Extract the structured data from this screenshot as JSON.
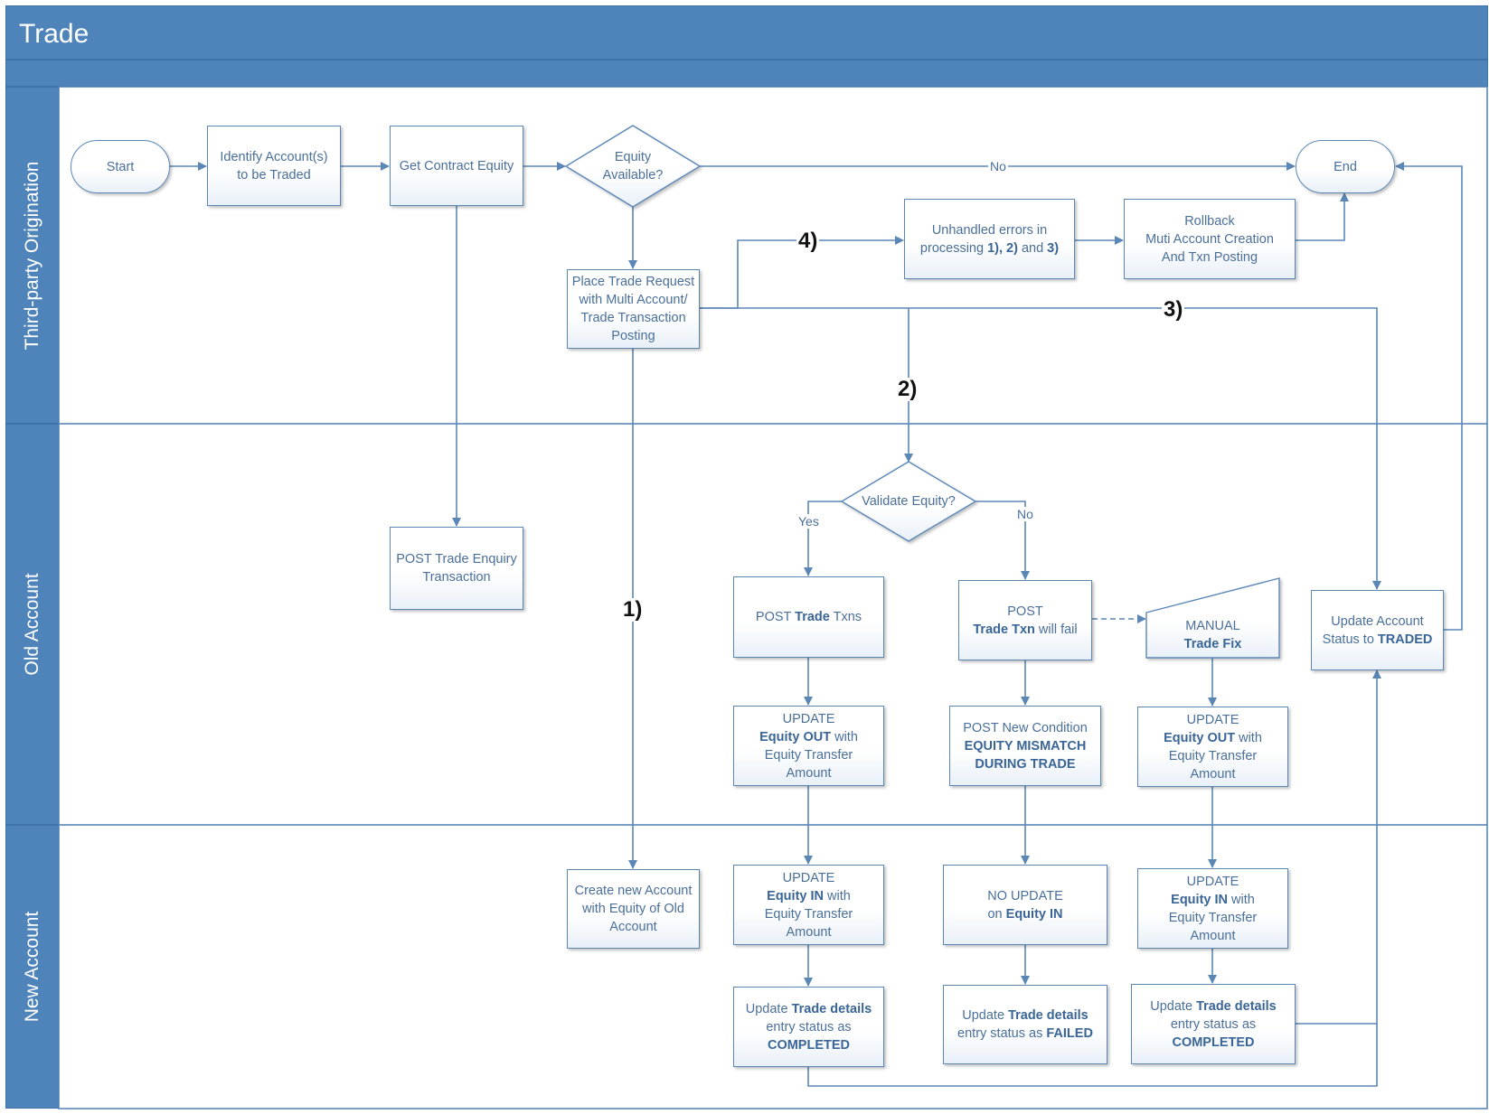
{
  "diagram": {
    "title": "Trade",
    "lanes": [
      "Third-party Origination",
      "Old Account",
      "New Account"
    ],
    "nodes": {
      "start": "Start",
      "identify": "Identify Account(s)\nto be Traded",
      "get_equity": "Get Contract Equity",
      "equity_available": "Equity\nAvailable?",
      "end": "End",
      "unhandled_pre": "Unhandled errors in\nprocessing ",
      "unhandled_em1": "1), 2)",
      "unhandled_mid": " and ",
      "unhandled_em2": "3)",
      "rollback": "Rollback\nMuti Account Creation\nAnd Txn Posting",
      "place_trade": "Place Trade Request\nwith Multi Account/\nTrade Transaction\nPosting",
      "post_enquiry": "POST Trade Enquiry\nTransaction",
      "validate_equity": "Validate Equity?",
      "post_txns_pre": "POST ",
      "post_txns_em": "Trade",
      "post_txns_post": " Txns",
      "post_fail_pre": "POST\n",
      "post_fail_em": "Trade Txn",
      "post_fail_post": " will fail",
      "manual_pre": "MANUAL\n",
      "manual_em": "Trade Fix",
      "update_status_pre": "Update Account\nStatus to ",
      "update_status_em": "TRADED",
      "upd_out1_pre": "UPDATE\n",
      "upd_out1_em": "Equity OUT",
      "upd_out1_post": " with\nEquity Transfer\nAmount",
      "post_cond_pre": "POST New Condition\n",
      "post_cond_em": "EQUITY MISMATCH\nDURING TRADE",
      "upd_out2_pre": "UPDATE\n",
      "upd_out2_em": "Equity OUT",
      "upd_out2_post": " with\nEquity Transfer\nAmount",
      "create_account": "Create new Account\nwith Equity of Old\nAccount",
      "upd_in1_pre": "UPDATE\n",
      "upd_in1_em": "Equity IN",
      "upd_in1_post": " with\nEquity Transfer\nAmount",
      "no_update_pre": "NO UPDATE\non ",
      "no_update_em": "Equity IN",
      "upd_in2_pre": "UPDATE\n",
      "upd_in2_em": "Equity IN",
      "upd_in2_post": " with\nEquity Transfer\nAmount",
      "details1_pre": "Update ",
      "details1_em": "Trade details",
      "details1_mid": "\nentry status as\n",
      "details1_em2": "COMPLETED",
      "details2_pre": "Update ",
      "details2_em": "Trade details",
      "details2_mid": "\nentry status as ",
      "details2_em2": "FAILED",
      "details3_pre": "Update ",
      "details3_em": "Trade details",
      "details3_mid": "\nentry status as\n",
      "details3_em2": "COMPLETED"
    },
    "edge_labels": {
      "no_top": "No",
      "yes": "Yes",
      "no_validate": "No",
      "step1": "1)",
      "step2": "2)",
      "step3": "3)",
      "step4": "4)"
    },
    "colors": {
      "header": "#4f84bb",
      "line": "#5b87b7",
      "node_text": "#4a6f9a"
    }
  }
}
